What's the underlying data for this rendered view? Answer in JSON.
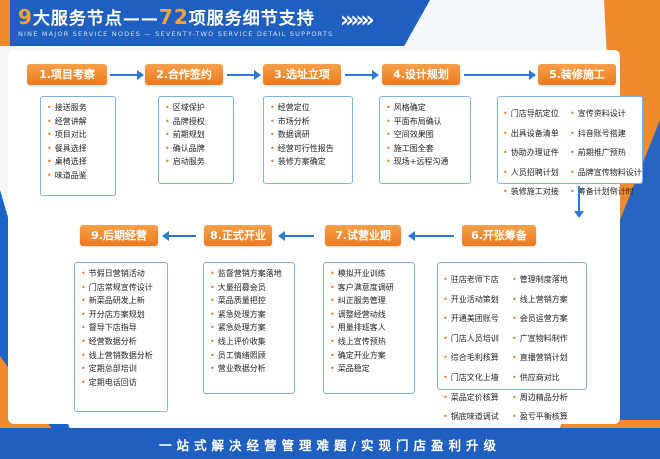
{
  "header": {
    "num_nine": "9",
    "title_part1": "大服务节点——",
    "num_seventy_two": "72",
    "title_part2": "项服务细节支持",
    "subtitle": "NINE MAJOR SERVICE NODES — SEVENTY-TWO SERVICE DETAIL SUPPORTS",
    "chevrons": "»»»"
  },
  "steps": [
    {
      "label": "1.项目考察",
      "items": [
        "接送服务",
        "经营讲解",
        "项目对比",
        "餐具选择",
        "桌椅选择",
        "味道品鉴"
      ]
    },
    {
      "label": "2.合作签约",
      "items": [
        "区域保护",
        "品牌授权",
        "前期规划",
        "确认品牌",
        "启动服务"
      ]
    },
    {
      "label": "3.选址立项",
      "items": [
        "经营定位",
        "市场分析",
        "数据调研",
        "经营可行性报告",
        "装修方案确定"
      ]
    },
    {
      "label": "4.设计规划",
      "items": [
        "风格确定",
        "平面布局确认",
        "空间效果图",
        "施工图全套",
        "现场+远程沟通"
      ]
    },
    {
      "label": "5.装修施工",
      "items": [
        "门店导航定位",
        "宣传资料设计",
        "出具设备清单",
        "抖音账号搭建",
        "协助办理证件",
        "前期推广预热",
        "人员招聘计划",
        "品牌宣传物料设计",
        "装修施工对接",
        "筹备计划倒计时"
      ]
    },
    {
      "label": "6.开张筹备",
      "items": [
        "驻店老师下店",
        "管理制度落地",
        "开业活动策划",
        "线上营销方案",
        "开通美团账号",
        "会员运营方案",
        "门店人员培训",
        "广宣物料制作",
        "综合毛利核算",
        "直播营销计划",
        "门店文化上墙",
        "供应商对比",
        "菜品定价核算",
        "周边精品分析",
        "锅底味道调试",
        "盈亏平衡核算"
      ]
    },
    {
      "label": "7.试营业期",
      "items": [
        "模拟开业训练",
        "客户满意度调研",
        "纠正服务管理",
        "调整经营动线",
        "用量排班客人",
        "线上宣传预热",
        "确定开业方案",
        "菜品稳定"
      ]
    },
    {
      "label": "8.正式开业",
      "items": [
        "监督营销方案落地",
        "大量招募会员",
        "菜品质量把控",
        "紧急处理方案",
        "紧急处理方案",
        "线上评价收集",
        "员工情绪照顾",
        "营业数据分析"
      ]
    },
    {
      "label": "9.后期经营",
      "items": [
        "节假日营销活动",
        "门店常规宣传设计",
        "新菜品研发上新",
        "开分店方案规划",
        "督导下店指导",
        "经营数据分析",
        "线上营销数据分析",
        "定期总部培训",
        "定期电话回访"
      ]
    }
  ],
  "footer": {
    "text": "一站式解决经营管理难题/实现门店盈利升级"
  },
  "colors": {
    "brand_blue": "#1f5fbf",
    "accent_orange": "#ec7a1f",
    "box_border": "#7bb0ea",
    "arrow": "#2a78d4"
  }
}
